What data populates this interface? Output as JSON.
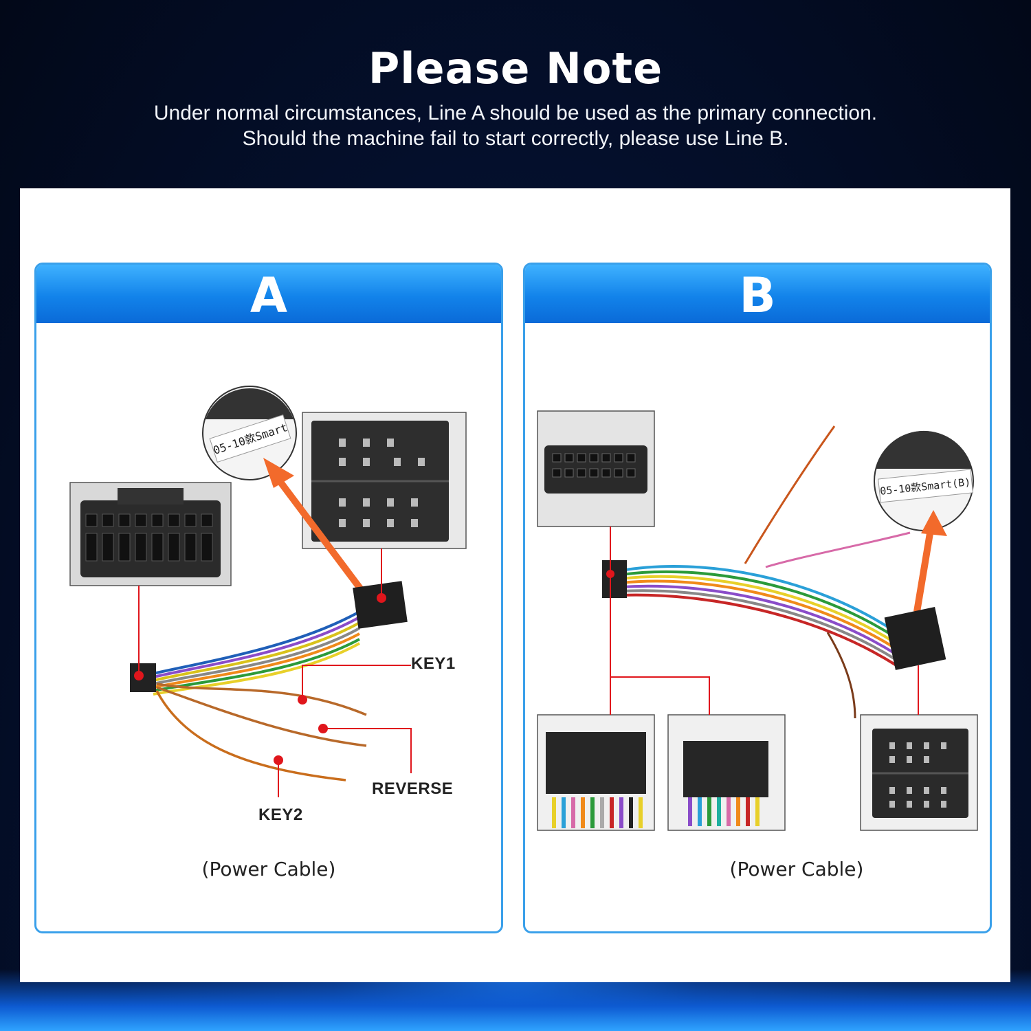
{
  "header": {
    "title": "Please Note",
    "line1": "Under normal circumstances, Line A should be used as the primary connection.",
    "line2": "Should the machine fail to start correctly, please use Line B."
  },
  "panels": [
    {
      "letter": "A",
      "tag_label": "05-10款Smart",
      "callouts": {
        "key1": "KEY1",
        "reverse": "REVERSE",
        "key2": "KEY2"
      },
      "caption": "(Power Cable)"
    },
    {
      "letter": "B",
      "tag_label": "05-10款Smart(B)",
      "caption": "(Power Cable)"
    }
  ],
  "colors": {
    "accent": "#1283ea",
    "marker": "#e0161c",
    "arrow": "#f26a2b"
  }
}
